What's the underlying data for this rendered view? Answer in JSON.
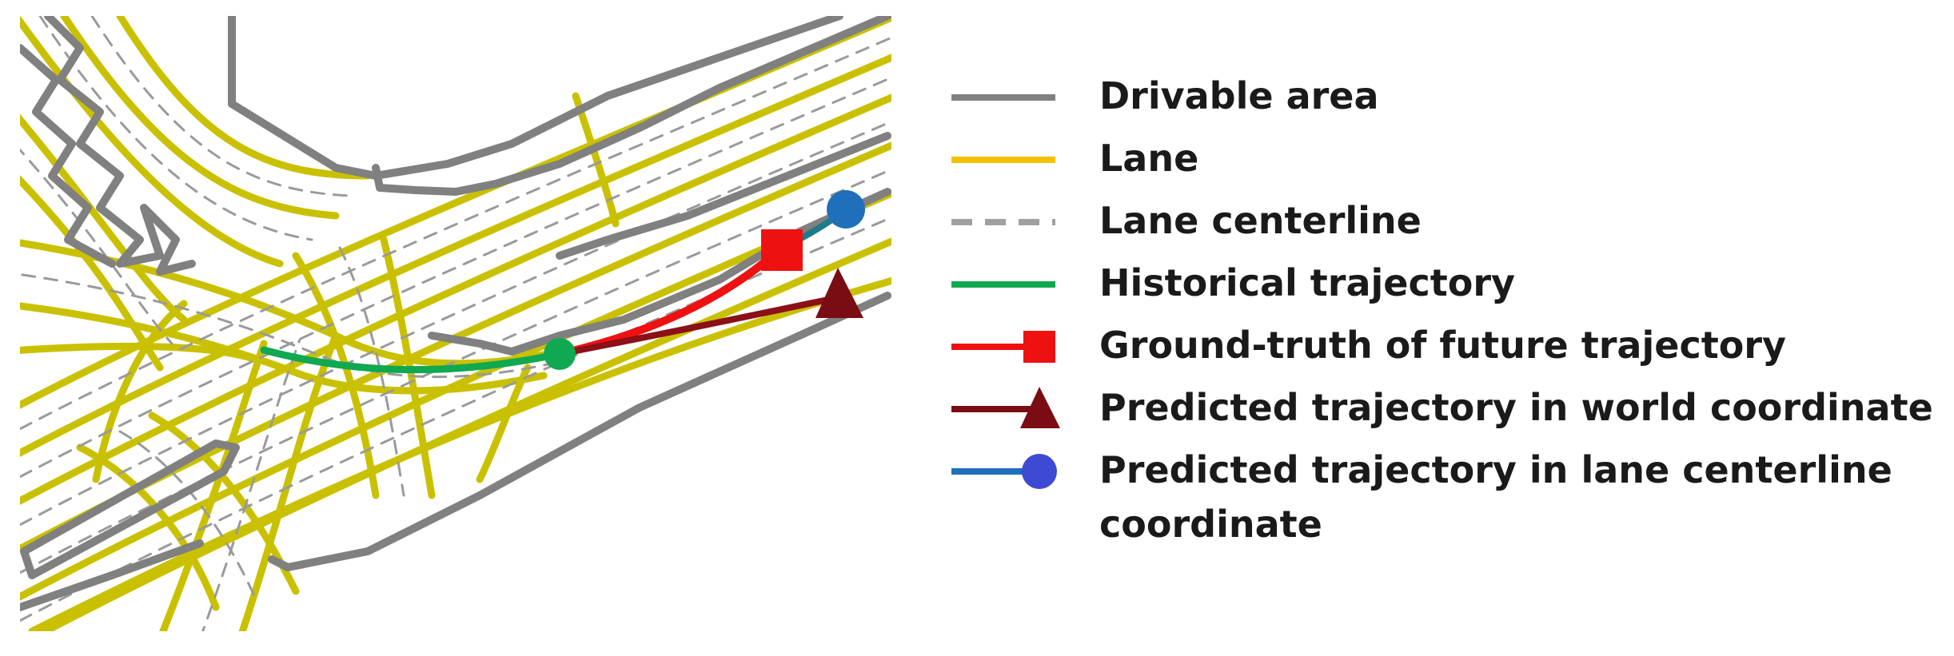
{
  "colors": {
    "drivable_area": "#808080",
    "lane": "#f2c200",
    "lane_map": "#c9c100",
    "lane_centerline": "#a0a0a0",
    "historical": "#10a850",
    "ground_truth": "#ee1111",
    "predicted_world": "#7a0d14",
    "predicted_lane": "#1f6fba",
    "predicted_lane_marker": "#3e4ad4"
  },
  "legend": {
    "items": [
      {
        "label": "Drivable area",
        "style": "solid",
        "marker": "none",
        "color_key": "drivable_area"
      },
      {
        "label": "Lane",
        "style": "solid",
        "marker": "none",
        "color_key": "lane"
      },
      {
        "label": "Lane centerline",
        "style": "dashed",
        "marker": "none",
        "color_key": "lane_centerline"
      },
      {
        "label": "Historical trajectory",
        "style": "solid",
        "marker": "none",
        "color_key": "historical"
      },
      {
        "label": "Ground-truth of future trajectory",
        "style": "solid",
        "marker": "square",
        "color_key": "ground_truth"
      },
      {
        "label": "Predicted trajectory in world coordinate",
        "style": "solid",
        "marker": "triangle",
        "color_key": "predicted_world"
      },
      {
        "label": "Predicted trajectory in lane centerline coordinate",
        "style": "solid",
        "marker": "circle",
        "color_key": "predicted_lane"
      }
    ]
  }
}
